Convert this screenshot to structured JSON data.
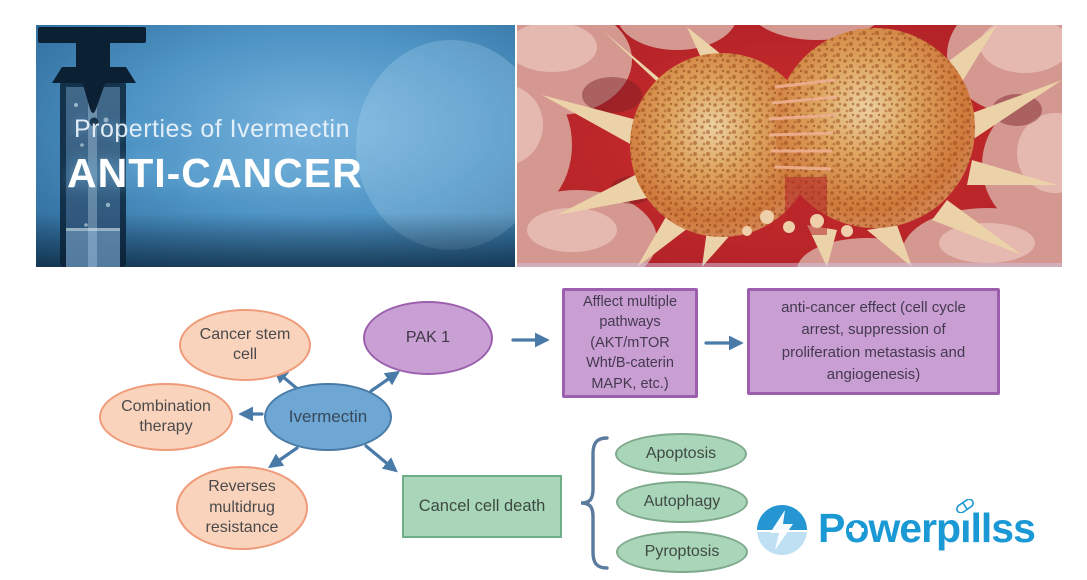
{
  "banner": {
    "kicker": "Properties of Ivermectin",
    "title": "ANTI-CANCER",
    "left_image": "blue-syringe-photo",
    "right_image": "dividing-cancer-cells-photo"
  },
  "diagram": {
    "center": "Ivermectin",
    "cancer_stem_lines": [
      "Cancer stem",
      "cell"
    ],
    "combination_lines": [
      "Combination",
      "therapy"
    ],
    "reverses_lines": [
      "Reverses",
      "multidrug",
      "resistance"
    ],
    "pak1": "PAK 1",
    "afflict_lines": [
      "Afflect multiple",
      "pathways",
      "(AKT/mTOR",
      "Wht/B-caterin",
      "MAPK, etc.)"
    ],
    "anticancer_lines": [
      "anti-cancer effect (cell cycle",
      "arrest, suppression of",
      "proliferation metastasis and",
      "angiogenesis)"
    ],
    "cancel_box": "Cancel cell death",
    "apoptosis": "Apoptosis",
    "autophagy": "Autophagy",
    "pyroptosis": "Pyroptosis"
  },
  "logo": {
    "name": "Powerpillss",
    "parts": {
      "p1": "P",
      "o": "o",
      "mid": "werp",
      "i": "i",
      "end": "llss"
    },
    "icon": "lightning-circle-icon"
  },
  "colors": {
    "peach_fill": "#fad3bd",
    "peach_border": "#ef9b79",
    "blue_fill": "#6fa7d4",
    "blue_border": "#4a7ba6",
    "purple_fill": "#c9a0d4",
    "purple_border": "#9c5fae",
    "green_fill": "#a9d5b8",
    "green_border": "#6fae88",
    "arrow": "#4a7aa8",
    "brace": "#5b7b9e",
    "logo_blue": "#1b99d5",
    "logo_light_blue": "#bfe0f2"
  }
}
